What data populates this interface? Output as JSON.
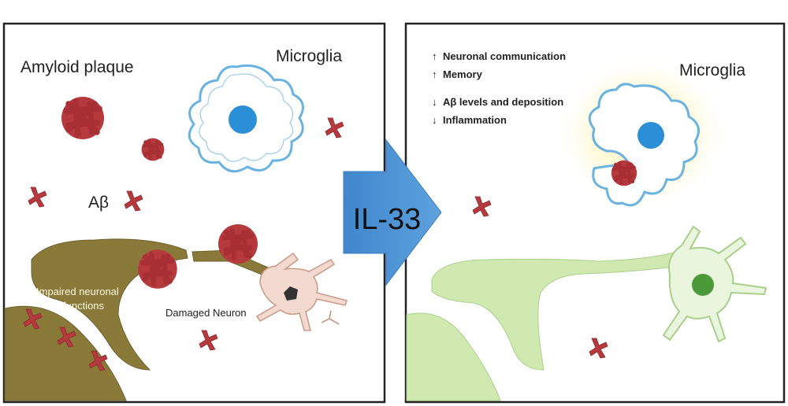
{
  "left_panel": {
    "amyloid_label": "Amyloid plaque",
    "microglia_label": "Microglia",
    "abeta_label": "Aβ",
    "impaired_label_line1": "Impaired neuronal",
    "impaired_label_line2": "functions",
    "damaged_label": "Damaged Neuron"
  },
  "treatment": {
    "label": "IL-33",
    "color": "#4a8fd1"
  },
  "right_panel": {
    "microglia_label": "Microglia",
    "effects": [
      {
        "arrow": "↑",
        "text": "Neuronal communication"
      },
      {
        "arrow": "↑",
        "text": "Memory"
      },
      {
        "arrow": "↓",
        "text": "Aβ levels and deposition"
      },
      {
        "arrow": "↓",
        "text": "Inflammation"
      }
    ]
  },
  "colors": {
    "plaque": "#b5393d",
    "microglia_outline": "#6ab3e0",
    "microglia_nucleus": "#2a8fd6",
    "damaged_tissue": "#8a7a3a",
    "healthy_tissue": "#cfe9b0",
    "healthy_nucleus": "#4a9a3a",
    "damaged_neuron": "#f3d9cf"
  }
}
